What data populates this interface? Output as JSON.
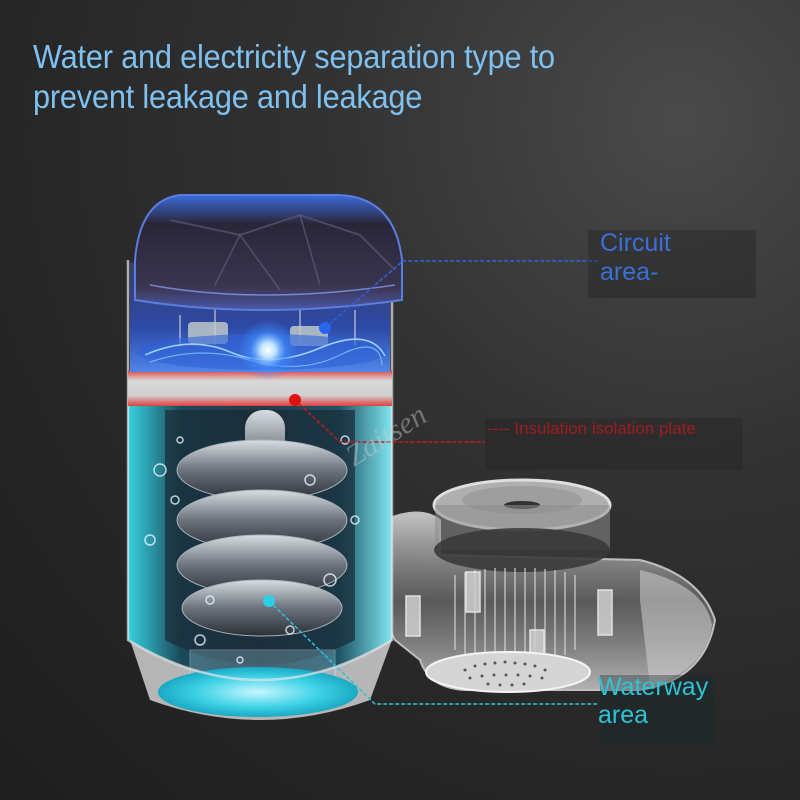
{
  "headline": {
    "line1": "Water and electricity separation type to",
    "line2": "prevent leakage and leakage"
  },
  "callouts": {
    "circuit": {
      "line1": "Circuit",
      "line2": "area-",
      "color": "#3a6fd8"
    },
    "insulation": {
      "text": "---- Insulation isolation plate",
      "color": "#a01c1c"
    },
    "waterway": {
      "line1": "Waterway",
      "line2": "area",
      "color": "#2fc3d6"
    }
  },
  "watermark": {
    "text": "Zaitsen"
  },
  "colors": {
    "headline": "#7ec0f0",
    "background": "#2a2a2a",
    "water": "#2fc3d6",
    "circuit": "#3a6fd8",
    "insulation": "#d42020"
  }
}
